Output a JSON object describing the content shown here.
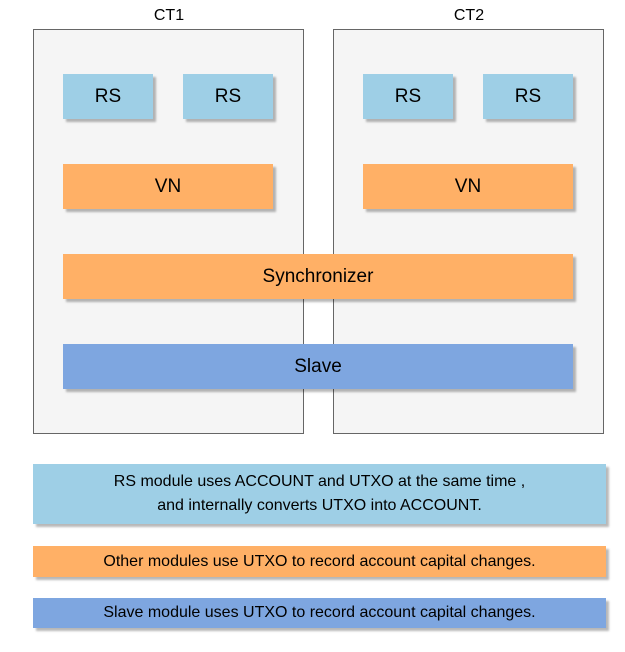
{
  "containers": [
    {
      "label": "CT1"
    },
    {
      "label": "CT2"
    }
  ],
  "blocks": {
    "rs": "RS",
    "vn": "VN",
    "synchronizer": "Synchronizer",
    "slave": "Slave"
  },
  "legend": {
    "rs_line1": "RS module uses ACCOUNT and UTXO at the same time ,",
    "rs_line2": "and internally converts UTXO into ACCOUNT.",
    "other": "Other modules use UTXO to record account capital changes.",
    "slave": "Slave module uses UTXO to record account capital changes."
  },
  "colors": {
    "rs": "#9ecfe6",
    "orange": "#ffb066",
    "blue": "#7ea6e0",
    "container_bg": "#f5f5f5",
    "container_border": "#666666"
  }
}
